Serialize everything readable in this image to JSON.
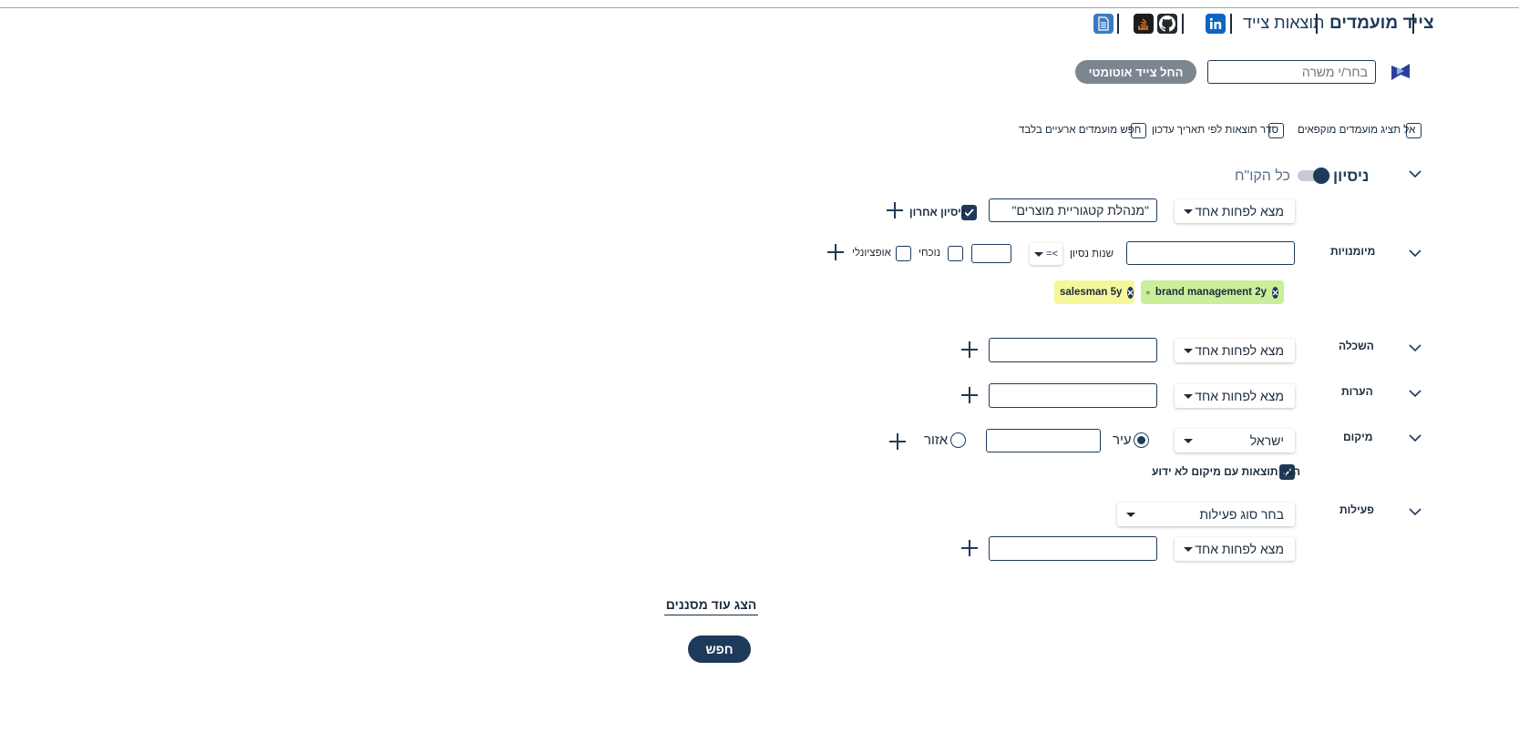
{
  "nav": {
    "active": "צייד מועמדים",
    "results": "תוצאות צייד",
    "icons": [
      "linkedin-icon",
      "github-icon",
      "stackoverflow-icon",
      "document-icon"
    ]
  },
  "search": {
    "placeholder": "בחר/י משרה",
    "start_button": "החל צייד אוטומטי"
  },
  "options": {
    "hide_locked": "אל תציג מועמדים מוקפאים",
    "sort_by_update": "סדר תוצאות לפי תאריך עדכון",
    "temporary_only": "חפש מועמדים ארעיים בלבד"
  },
  "experience": {
    "title": "ניסיון",
    "toggle_label": "כל הקו\"ח",
    "match": "מצא לפחות אחד",
    "value": "\"מנהלת קטגוריית מוצרים\"",
    "last_label": "ניסיון אחרון",
    "last_checked": true
  },
  "skills": {
    "title": "מיומנויות",
    "years_label": "שנות נסיון",
    "operator": ">=",
    "current_label": "נוכחי",
    "optional_label": "אופציונלי",
    "tags": [
      {
        "label": "brand management 2y",
        "color": "#c9ef9b",
        "icon": "briefcase-icon"
      },
      {
        "label": "salesman 5y",
        "color": "#f6f69a"
      }
    ]
  },
  "education": {
    "title": "השכלה",
    "match": "מצא לפחות אחד"
  },
  "notes": {
    "title": "הערות",
    "match": "מצא לפחות אחד"
  },
  "location": {
    "title": "מיקום",
    "country": "ישראל",
    "city_label": "עיר",
    "area_label": "אזור",
    "unknown_label": "הצג תוצאות עם מיקום לא ידוע",
    "unknown_checked": true
  },
  "activities": {
    "title": "פעילות",
    "type_placeholder": "בחר סוג פעילות",
    "match": "מצא לפחות אחד"
  },
  "more_filters": "הצג עוד מסננים",
  "search_button": "חפש",
  "colors": {
    "primary": "#1d3a5a",
    "accent_line": "#7fb3c2",
    "pill": "#7d8590"
  }
}
